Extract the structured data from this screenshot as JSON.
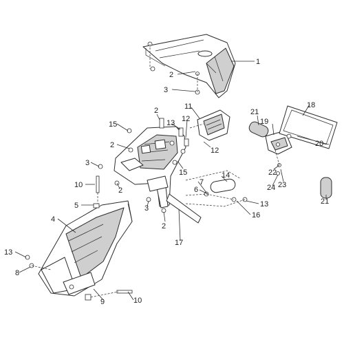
{
  "callouts": [
    {
      "id": "c1",
      "text": "1"
    },
    {
      "id": "c2a",
      "text": "2"
    },
    {
      "id": "c3a",
      "text": "3"
    },
    {
      "id": "c2b",
      "text": "2"
    },
    {
      "id": "c11",
      "text": "11"
    },
    {
      "id": "c13a",
      "text": "13"
    },
    {
      "id": "c12a",
      "text": "12"
    },
    {
      "id": "c15a",
      "text": "15"
    },
    {
      "id": "c2c",
      "text": "2"
    },
    {
      "id": "c12b",
      "text": "12"
    },
    {
      "id": "c3b",
      "text": "3"
    },
    {
      "id": "c15b",
      "text": "15"
    },
    {
      "id": "c10a",
      "text": "10"
    },
    {
      "id": "c2d",
      "text": "2"
    },
    {
      "id": "c7",
      "text": "7"
    },
    {
      "id": "c6",
      "text": "6"
    },
    {
      "id": "c14",
      "text": "14"
    },
    {
      "id": "c5",
      "text": "5"
    },
    {
      "id": "c3c",
      "text": "3"
    },
    {
      "id": "c2e",
      "text": "2"
    },
    {
      "id": "c13b",
      "text": "13"
    },
    {
      "id": "c16",
      "text": "16"
    },
    {
      "id": "c4",
      "text": "4"
    },
    {
      "id": "c17",
      "text": "17"
    },
    {
      "id": "c13c",
      "text": "13"
    },
    {
      "id": "c8",
      "text": "8"
    },
    {
      "id": "c9",
      "text": "9"
    },
    {
      "id": "c10b",
      "text": "10"
    },
    {
      "id": "c21a",
      "text": "21"
    },
    {
      "id": "c18",
      "text": "18"
    },
    {
      "id": "c19",
      "text": "19"
    },
    {
      "id": "c20",
      "text": "20"
    },
    {
      "id": "c22",
      "text": "22"
    },
    {
      "id": "c23",
      "text": "23"
    },
    {
      "id": "c24",
      "text": "24"
    },
    {
      "id": "c21b",
      "text": "21"
    }
  ]
}
